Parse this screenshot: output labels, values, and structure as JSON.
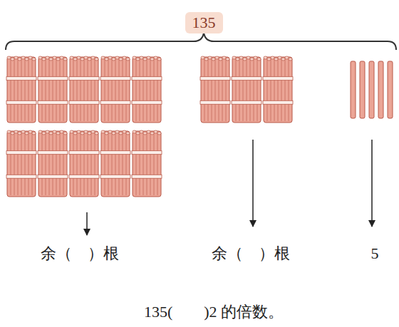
{
  "diagram": {
    "nodes": [
      {
        "text": [
          "135"
        ]
      }
    ],
    "labels": [
      "余（    ）根",
      "余（    ）根",
      "5",
      "135(        )2 的倍数。"
    ]
  }
}
